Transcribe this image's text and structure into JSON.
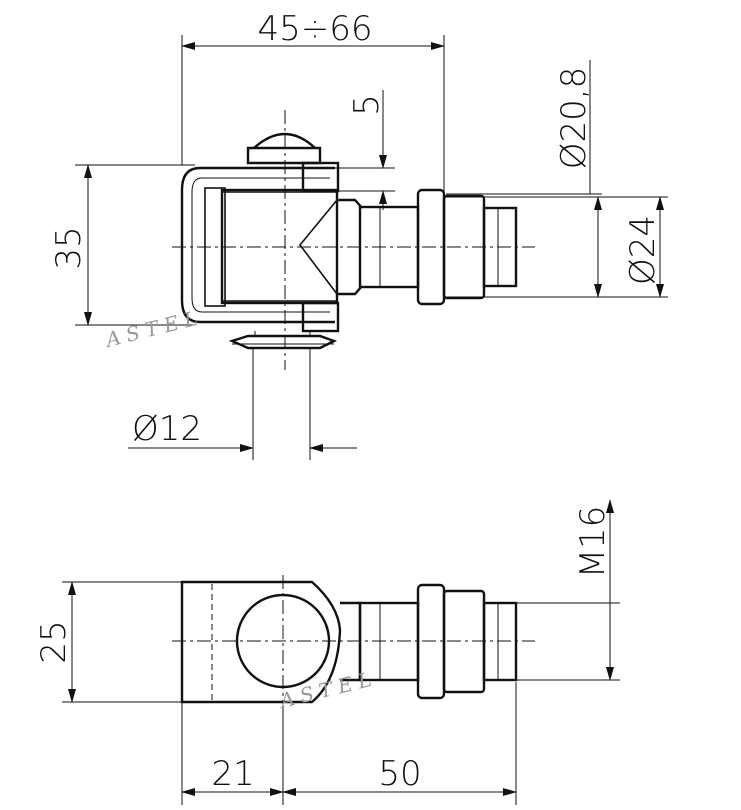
{
  "watermark": "ASTEL",
  "top_view": {
    "dim_length_range": "45÷66",
    "dim_height": "35",
    "dim_gap": "5",
    "dim_bore_diameter": "Ø20,8",
    "dim_collar_diameter": "Ø24",
    "dim_pin_diameter": "Ø12"
  },
  "bottom_view": {
    "dim_width": "25",
    "dim_thread": "M16",
    "dim_eye_offset": "21",
    "dim_shank_length": "50"
  }
}
